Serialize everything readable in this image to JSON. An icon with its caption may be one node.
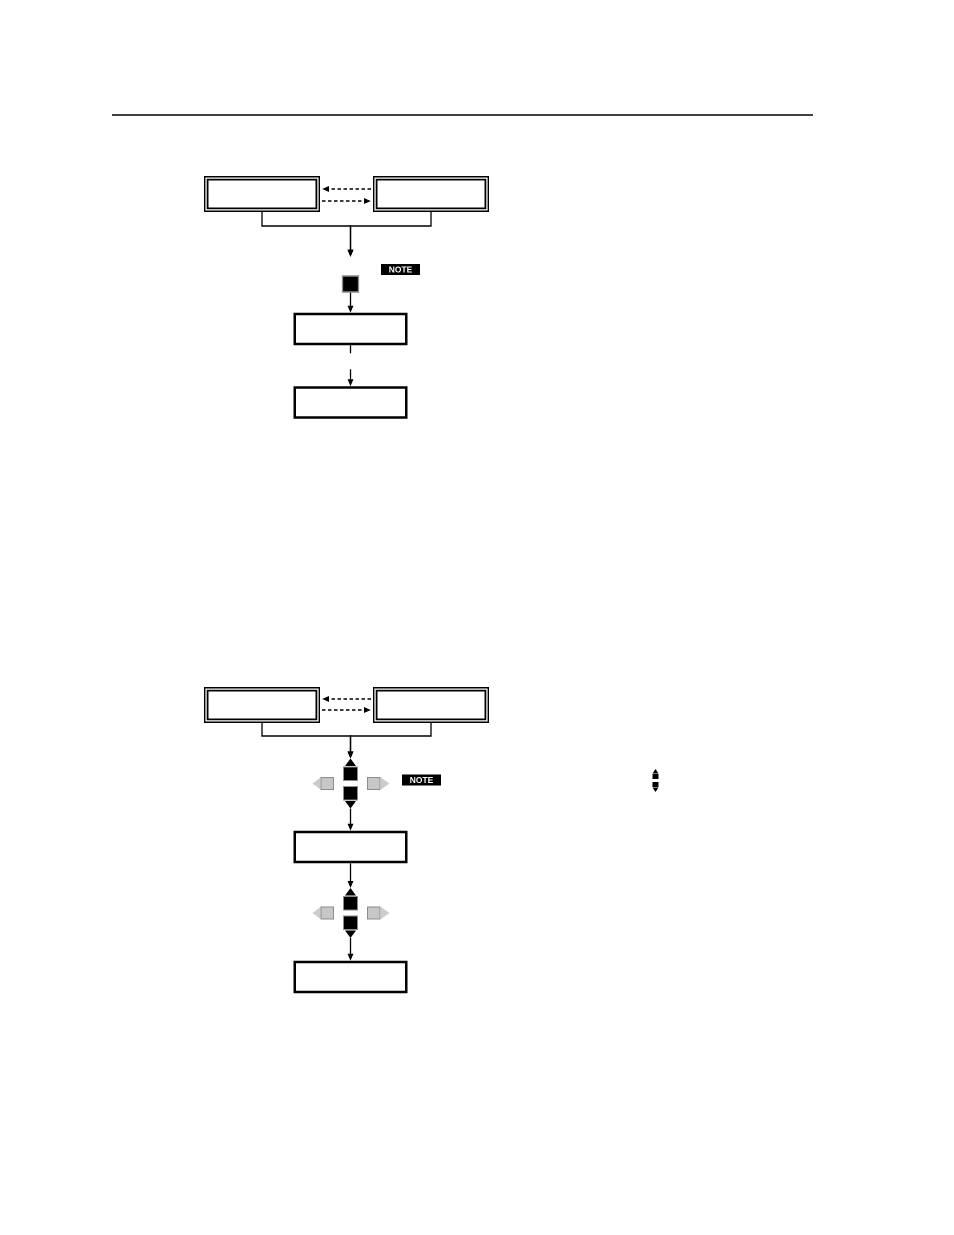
{
  "diagram": {
    "nodes": [
      {
        "text": [],
        "shape": "box"
      },
      {
        "text": [],
        "shape": "box"
      },
      {
        "text": [
          "NOTE"
        ]
      },
      {
        "text": [],
        "shape": "box"
      },
      {
        "text": [],
        "shape": "box"
      },
      {
        "text": [],
        "shape": "box"
      },
      {
        "text": [],
        "shape": "box"
      },
      {
        "text": [],
        "shape": "box"
      },
      {
        "text": [],
        "shape": "picture"
      },
      {
        "text": [
          "NOTE"
        ]
      },
      {
        "text": [],
        "shape": "box"
      },
      {
        "text": [],
        "shape": "picture"
      },
      {
        "text": [],
        "shape": "box"
      }
    ],
    "edges": [
      {
        "from": 1,
        "to": 0,
        "arrow": "to",
        "style": "dashed"
      },
      {
        "from": 0,
        "to": 1,
        "arrow": "to",
        "style": "dashed"
      },
      {
        "from": 0,
        "to": 3,
        "arrow": "to"
      },
      {
        "from": 1,
        "to": 3,
        "arrow": "to"
      },
      {
        "from": 3,
        "to": 4,
        "arrow": "to"
      },
      {
        "from": 4,
        "to": 5,
        "arrow": "to",
        "style": "dashed"
      },
      {
        "from": 7,
        "to": 6,
        "arrow": "to",
        "style": "dashed"
      },
      {
        "from": 6,
        "to": 7,
        "arrow": "to",
        "style": "dashed"
      },
      {
        "from": 6,
        "to": 8,
        "arrow": "to"
      },
      {
        "from": 7,
        "to": 8,
        "arrow": "to"
      },
      {
        "from": 8,
        "to": 10,
        "arrow": "to"
      },
      {
        "from": 10,
        "to": 11,
        "arrow": "to"
      },
      {
        "from": 11,
        "to": 12,
        "arrow": "to"
      }
    ]
  }
}
